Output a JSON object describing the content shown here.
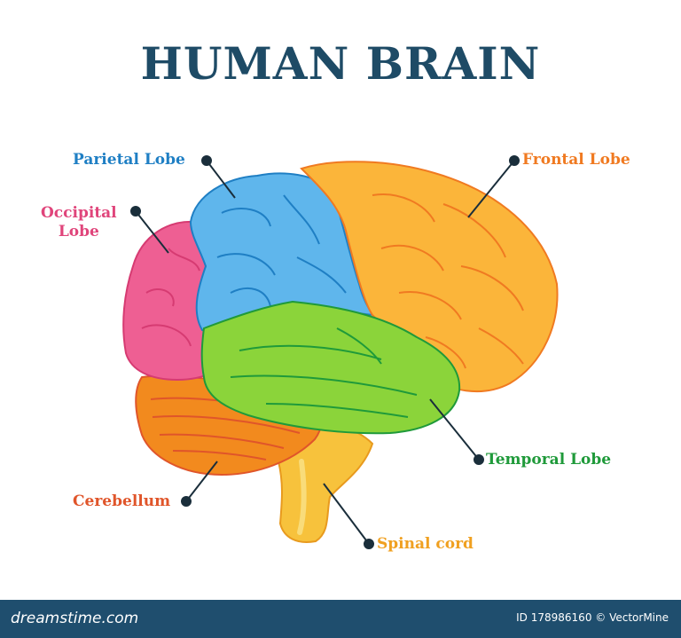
{
  "title": "HUMAN BRAIN",
  "labels": {
    "parietal": "Parietal Lobe",
    "occipital_line1": "Occipital",
    "occipital_line2": "Lobe",
    "frontal": "Frontal Lobe",
    "temporal": "Temporal Lobe",
    "cerebellum": "Cerebellum",
    "spinal": "Spinal cord"
  },
  "footer": {
    "site": "dreamstime.com",
    "id_text": "ID 178986160 © VectorMine"
  },
  "colors": {
    "title": "#1e4b66",
    "parietal": "#1f7fc4",
    "occipital": "#e0457b",
    "frontal": "#f07a21",
    "temporal": "#1f9a3a",
    "cerebellum": "#e0552a",
    "spinal": "#f0a020",
    "footer_bg": "#1f4e6e"
  }
}
